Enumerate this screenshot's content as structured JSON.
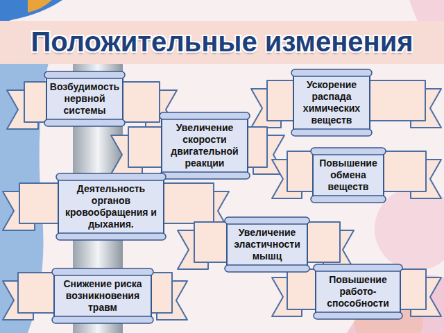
{
  "diagram": {
    "title": "Положительные изменения",
    "nodes": [
      {
        "text": [
          "Возбудимость нервной системы"
        ]
      },
      {
        "text": [
          "Ускорение распада химических веществ"
        ]
      },
      {
        "text": [
          "Увеличение скорости двигательной реакции"
        ]
      },
      {
        "text": [
          "Повышение обмена веществ"
        ]
      },
      {
        "text": [
          "Деятельность органов кровообращения и дыхания."
        ]
      },
      {
        "text": [
          "Увеличение эластичности мышц"
        ]
      },
      {
        "text": [
          "Повышение работо-способности"
        ]
      },
      {
        "text": [
          "Снижение риска возникновения травм"
        ]
      }
    ],
    "edges": []
  }
}
